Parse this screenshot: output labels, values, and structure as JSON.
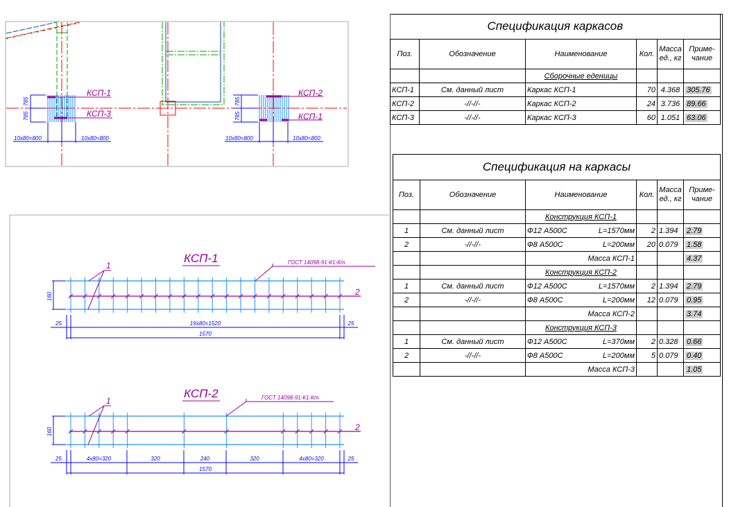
{
  "plan": {
    "labels": [
      "КСП-1",
      "КСП-3",
      "КСП-2",
      "КСП-1"
    ],
    "dim_vertical": "785",
    "dim_horizontal": "10x80=800"
  },
  "details": [
    {
      "title": "КСП-1",
      "gost": "ГОСТ 14098-91-К1-Кт",
      "pos1": "1",
      "pos2": "2",
      "height": "160",
      "dims": [
        "25",
        "19x80=1520",
        "25"
      ],
      "total": "1570",
      "bars": [
        0,
        80,
        160,
        240,
        320,
        400,
        480,
        560,
        640,
        720,
        800,
        880,
        960,
        1040,
        1120,
        1200,
        1280,
        1360,
        1440,
        1520
      ]
    },
    {
      "title": "КСП-2",
      "gost": "ГОСТ 14098-91-К1-Кт",
      "pos1": "1",
      "pos2": "2",
      "height": "160",
      "dims": [
        "25",
        "4x80=320",
        "320",
        "240",
        "320",
        "4x80=320",
        "25"
      ],
      "total": "1570",
      "bars": [
        0,
        80,
        160,
        240,
        320,
        640,
        880,
        1200,
        1280,
        1360,
        1440,
        1520
      ]
    }
  ],
  "spec1": {
    "title": "Спецификация каркасов",
    "headers": {
      "pos": "Поз.",
      "designation": "Обозначение",
      "name": "Наименование",
      "qty": "Кол.",
      "mass1": "Масса",
      "mass2": "ед., кг",
      "note1": "Приме-",
      "note2": "чание"
    },
    "section": "Сборочные еденицы",
    "rows": [
      {
        "pos": "КСП-1",
        "des": "См. данный лист",
        "name": "Каркас КСП-1",
        "qty": "70",
        "mass": "4.368",
        "note": "305.76"
      },
      {
        "pos": "КСП-2",
        "des": "-//-//-",
        "name": "Каркас КСП-2",
        "qty": "24",
        "mass": "3.736",
        "note": "89.66"
      },
      {
        "pos": "КСП-3",
        "des": "-//-//-",
        "name": "Каркас КСП-3",
        "qty": "60",
        "mass": "1.051",
        "note": "63.06"
      }
    ]
  },
  "spec2": {
    "title": "Спецификация на каркасы",
    "headers": {
      "pos": "Поз.",
      "designation": "Обозначение",
      "name": "Наименование",
      "qty": "Кол.",
      "mass1": "Масса",
      "mass2": "ед., кг",
      "note1": "Приме-",
      "note2": "чание"
    },
    "groups": [
      {
        "section": "Конструкция КСП-1",
        "rows": [
          {
            "pos": "1",
            "des": "См. данный лист",
            "name": "Ф12 А500С",
            "len": "L=1570мм",
            "qty": "2",
            "mass": "1.394",
            "note": "2.79"
          },
          {
            "pos": "2",
            "des": "-//-//-",
            "name": "Ф8 А500С",
            "len": "L=200мм",
            "qty": "20",
            "mass": "0.079",
            "note": "1.58"
          }
        ],
        "total_label": "Масса КСП-1",
        "total": "4.37"
      },
      {
        "section": "Конструкция КСП-2",
        "rows": [
          {
            "pos": "1",
            "des": "См. данный лист",
            "name": "Ф12 А500С",
            "len": "L=1570мм",
            "qty": "2",
            "mass": "1.394",
            "note": "2.79"
          },
          {
            "pos": "2",
            "des": "-//-//-",
            "name": "Ф8 А500С",
            "len": "L=200мм",
            "qty": "12",
            "mass": "0.079",
            "note": "0.95"
          }
        ],
        "total_label": "Масса КСП-2",
        "total": "3.74"
      },
      {
        "section": "Конструкция КСП-3",
        "rows": [
          {
            "pos": "1",
            "des": "См. данный лист",
            "name": "Ф12 А500С",
            "len": "L=370мм",
            "qty": "2",
            "mass": "0.328",
            "note": "0.66"
          },
          {
            "pos": "2",
            "des": "-//-//-",
            "name": "Ф8 А500С",
            "len": "L=200мм",
            "qty": "5",
            "mass": "0.079",
            "note": "0.40"
          }
        ],
        "total_label": "Масса КСП-3",
        "total": "1.05"
      }
    ]
  },
  "colors": {
    "axis": "#ff0000",
    "rebar": "#1e90ff",
    "dim": "#0000ff",
    "label": "#990099",
    "green": "#00a000",
    "steel": "#0050b0"
  }
}
